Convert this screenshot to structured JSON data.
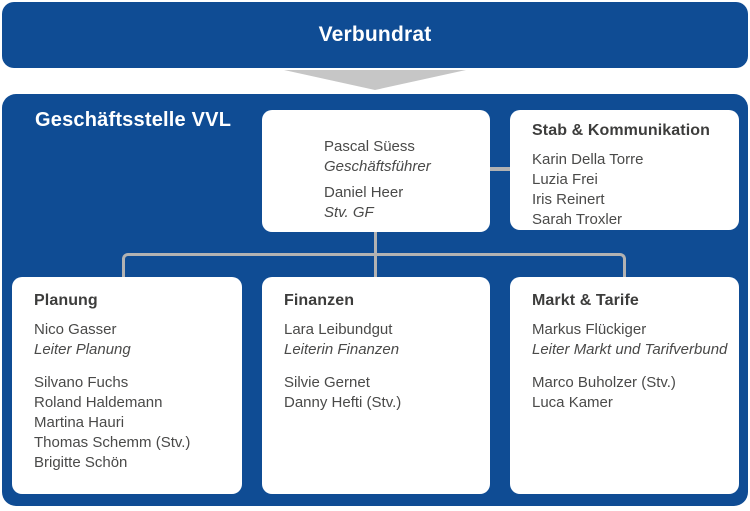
{
  "colors": {
    "brand_blue": "#0f4c94",
    "connector_gray": "#b2b2b2",
    "arrow_gray": "#c6c6c6",
    "heading_color": "#3d3d3c",
    "text_color": "#4a4a49"
  },
  "banner": {
    "title": "Verbundrat"
  },
  "container": {
    "label": "Geschäftsstelle VVL"
  },
  "management": {
    "people": [
      {
        "name": "Pascal Süess",
        "role": "Geschäftsführer"
      },
      {
        "name": "Daniel Heer",
        "role": "Stv. GF"
      }
    ]
  },
  "stab": {
    "title": "Stab & Kommunikation",
    "members": [
      "Karin Della Torre",
      "Luzia Frei",
      "Iris Reinert",
      "Sarah Troxler"
    ]
  },
  "planung": {
    "title": "Planung",
    "lead": {
      "name": "Nico Gasser",
      "role": "Leiter Planung"
    },
    "members": [
      "Silvano Fuchs",
      "Roland Haldemann",
      "Martina Hauri",
      "Thomas Schemm (Stv.)",
      "Brigitte Schön"
    ]
  },
  "finanzen": {
    "title": "Finanzen",
    "lead": {
      "name": "Lara Leibundgut",
      "role": "Leiterin Finanzen"
    },
    "members": [
      "Silvie Gernet",
      "Danny Hefti (Stv.)"
    ]
  },
  "markt": {
    "title": "Markt & Tarife",
    "lead": {
      "name": "Markus Flückiger",
      "role": "Leiter Markt und Tarifverbund"
    },
    "members": [
      "Marco Buholzer (Stv.)",
      "Luca Kamer"
    ]
  }
}
